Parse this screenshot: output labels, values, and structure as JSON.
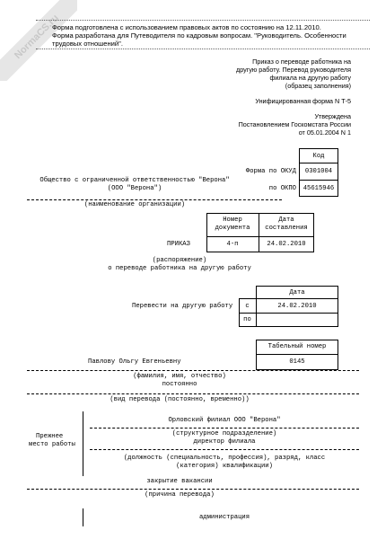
{
  "watermark": "NormaCS.ru",
  "notice": {
    "line1": "Форма подготовлена с использованием правовых актов по состоянию на 12.11.2010.",
    "line2": "Форма разработана для Путеводителя по кадровым вопросам. \"Руководитель. Особенности",
    "line3": "трудовых отношений\"."
  },
  "title_block": {
    "l1": "Приказ о переводе работника на",
    "l2": "другую работу. Перевод руководителя",
    "l3": "филиала на другую работу",
    "l4": "(образец заполнения)"
  },
  "unified_form": "Унифицированная форма N Т-5",
  "approved": {
    "l1": "Утверждена",
    "l2": "Постановлением Госкомстата России",
    "l3": "от 05.01.2004 N 1"
  },
  "codes": {
    "header": "Код",
    "okud_label": "Форма по ОКУД",
    "okud_value": "0301004",
    "okpo_label": "по ОКПО",
    "okpo_value": "45615946"
  },
  "organization": {
    "l1": "Общество с ограниченной ответственностью \"Верона\"",
    "l2": "(ООО \"Верона\")",
    "caption": "(наименование организации)"
  },
  "order": {
    "num_header_l1": "Номер",
    "num_header_l2": "документа",
    "date_header_l1": "Дата",
    "date_header_l2": "составления",
    "label": "ПРИКАЗ",
    "number": "4-п",
    "date": "24.02.2010",
    "sub1": "(распоряжение)",
    "sub2": "о переводе работника на другую работу"
  },
  "transfer": {
    "date_header": "Дата",
    "label": "Перевести на другую работу",
    "from_label": "с",
    "from_date": "24.02.2010",
    "to_label": "по",
    "to_date": ""
  },
  "employee": {
    "tab_header": "Табельный номер",
    "name": "Павлову Ольгу Евгеньевну",
    "tab_number": "0145",
    "name_caption": "(фамилия, имя, отчество)",
    "kind": "постоянно",
    "kind_caption": "(вид перевода (постоянно, временно))"
  },
  "prev_position": {
    "label_l1": "Прежнее",
    "label_l2": "место работы",
    "branch": "Орловский филиал ООО \"Верона\"",
    "branch_caption": "(структурное подразделение)",
    "position": "директор филиала",
    "position_caption_l1": "(должность (специальность, профессия), разряд, класс",
    "position_caption_l2": "(категория) квалификации)"
  },
  "reason": {
    "value": "закрытие вакансии",
    "caption": "(причина перевода)"
  },
  "new_place": {
    "value": "администрация"
  }
}
